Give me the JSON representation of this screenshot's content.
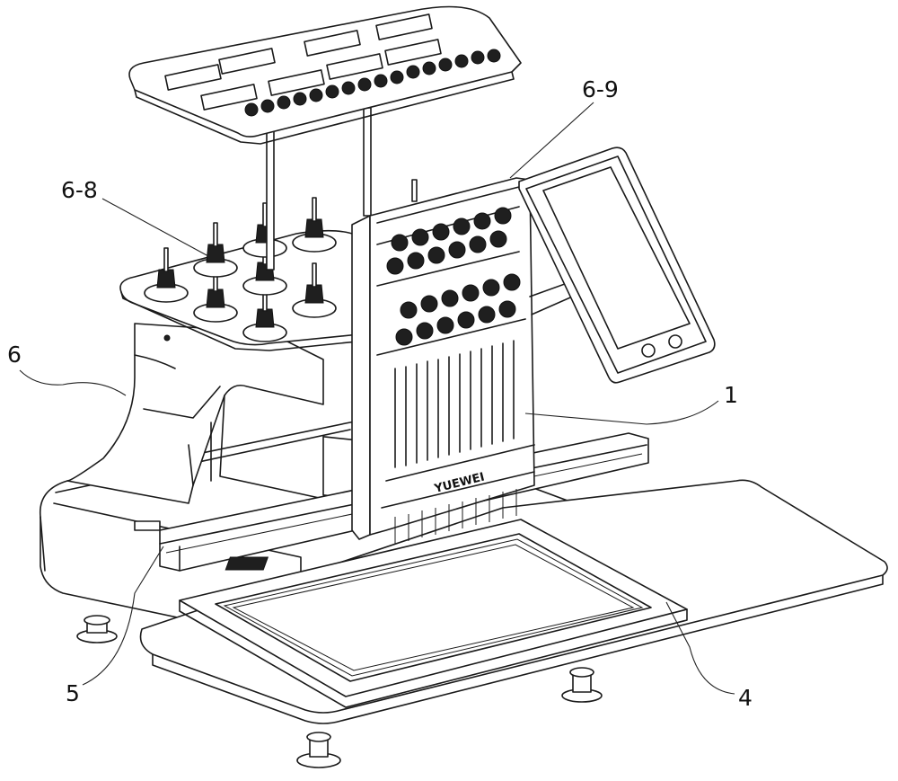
{
  "figure": {
    "subject": "multi-needle embroidery machine, isometric patent drawing",
    "brand_text": "YUEWEI",
    "labels": [
      {
        "id": "label-1",
        "text": "1",
        "part": "machine head"
      },
      {
        "id": "label-4",
        "text": "4",
        "part": "embroidery frame"
      },
      {
        "id": "label-5",
        "text": "5",
        "part": "X-axis drive beam"
      },
      {
        "id": "label-6",
        "text": "6",
        "part": "machine body / arm"
      },
      {
        "id": "label-6-8",
        "text": "6-8",
        "part": "lower thread spool stand"
      },
      {
        "id": "label-6-9",
        "text": "6-9",
        "part": "thread tension board"
      }
    ]
  },
  "colors": {
    "line": "#1a1a1a",
    "background": "#ffffff"
  }
}
